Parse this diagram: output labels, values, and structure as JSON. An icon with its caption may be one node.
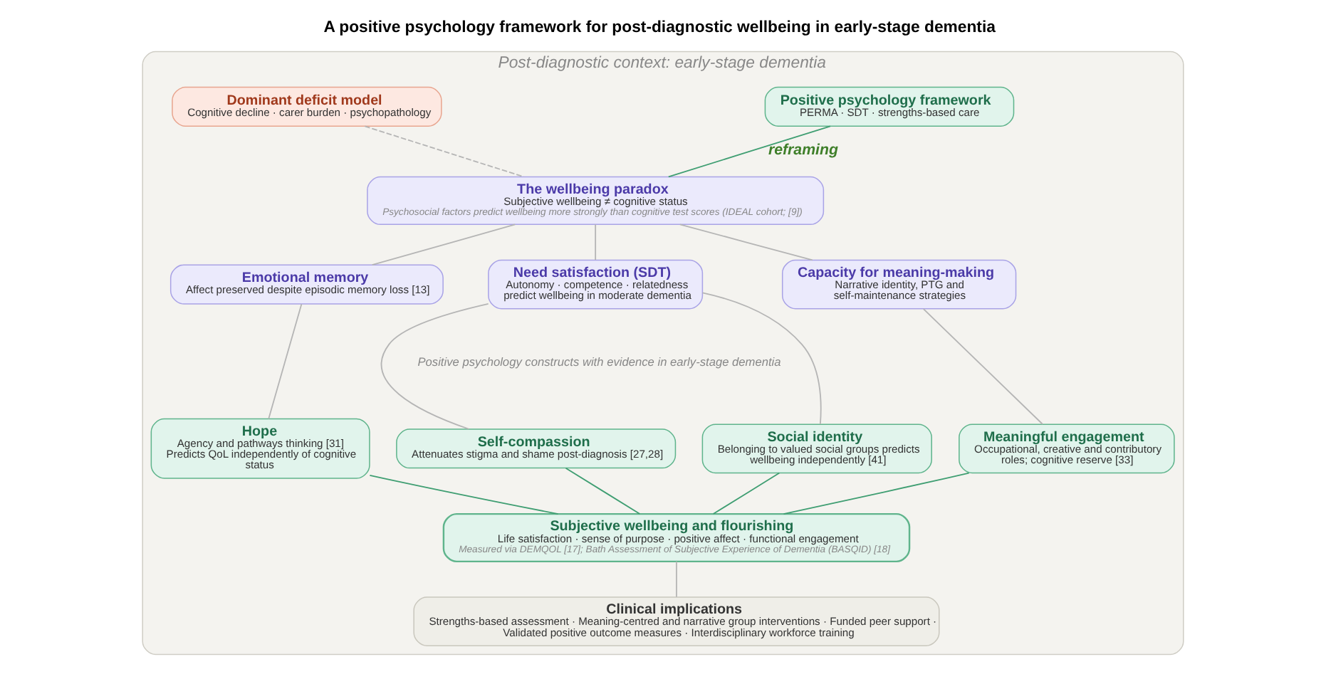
{
  "diagram": {
    "title": "A positive psychology framework for post-diagnostic wellbeing in early-stage dementia",
    "nodes": [
      {
        "text": [
          "Post-diagnostic context: early-stage dementia"
        ]
      },
      {
        "text": [
          "Dominant deficit model",
          "Cognitive decline · carer burden · psychopathology"
        ],
        "in": 0
      },
      {
        "text": [
          "Positive psychology framework",
          "PERMA · SDT · strengths-based care"
        ],
        "in": 0
      },
      {
        "text": [
          "The wellbeing paradox",
          "Subjective wellbeing ≠ cognitive status",
          "Psychosocial factors predict wellbeing more strongly than cognitive test scores (IDEAL cohort; [9])"
        ],
        "in": 0
      },
      {
        "text": [
          "Emotional memory",
          "Affect preserved despite episodic memory loss [13]"
        ],
        "in": 0
      },
      {
        "text": [
          "Need satisfaction (SDT)",
          "Autonomy · competence · relatedness predict wellbeing in moderate dementia"
        ],
        "in": 0
      },
      {
        "text": [
          "Capacity for meaning-making",
          "Narrative identity, PTG and self-maintenance strategies"
        ],
        "in": 0
      },
      {
        "text": [
          "Hope",
          "Agency and pathways thinking [31] Predicts QoL independently of cognitive status"
        ],
        "in": 0
      },
      {
        "text": [
          "Self-compassion",
          "Attenuates stigma and shame post-diagnosis [27,28]"
        ],
        "in": 0
      },
      {
        "text": [
          "Social identity",
          "Belonging to valued social groups predicts wellbeing independently [41]"
        ],
        "in": 0
      },
      {
        "text": [
          "Meaningful engagement",
          "Occupational, creative and contributory roles; cognitive reserve [33]"
        ],
        "in": 0
      },
      {
        "text": [
          "Subjective wellbeing and flourishing",
          "Life satisfaction · sense of purpose · positive affect · functional engagement",
          "Measured via DEMQOL [17]; Bath Assessment of Subjective Experience of Dementia (BASQID) [18]"
        ],
        "in": 0
      },
      {
        "text": [
          "Clinical implications",
          "Strengths-based assessment · Meaning-centred and narrative group interventions · Funded peer support · Validated positive outcome measures · Interdisciplinary workforce training"
        ],
        "in": 0
      }
    ],
    "edges": [
      {
        "from": 1,
        "to": 3,
        "arrow": "none",
        "style": "dashed"
      },
      {
        "from": 2,
        "to": 3,
        "arrow": "none",
        "label": "reframing",
        "color": "#3f9e72"
      },
      {
        "from": 3,
        "to": 4,
        "arrow": "none"
      },
      {
        "from": 3,
        "to": 5,
        "arrow": "none"
      },
      {
        "from": 3,
        "to": 6,
        "arrow": "none"
      },
      {
        "from": 4,
        "to": 7,
        "arrow": "none"
      },
      {
        "from": 5,
        "to": 8,
        "arrow": "none"
      },
      {
        "from": 5,
        "to": 9,
        "arrow": "none"
      },
      {
        "from": 6,
        "to": 10,
        "arrow": "none"
      },
      {
        "from": 7,
        "to": 11,
        "arrow": "none",
        "color": "#3f9e72"
      },
      {
        "from": 8,
        "to": 11,
        "arrow": "none",
        "color": "#3f9e72"
      },
      {
        "from": 9,
        "to": 11,
        "arrow": "none",
        "color": "#3f9e72"
      },
      {
        "from": 10,
        "to": 11,
        "arrow": "none",
        "color": "#3f9e72"
      },
      {
        "from": 11,
        "to": 12,
        "arrow": "none"
      }
    ],
    "labels": [
      "Positive psychology constructs with evidence in early-stage dementia"
    ]
  }
}
